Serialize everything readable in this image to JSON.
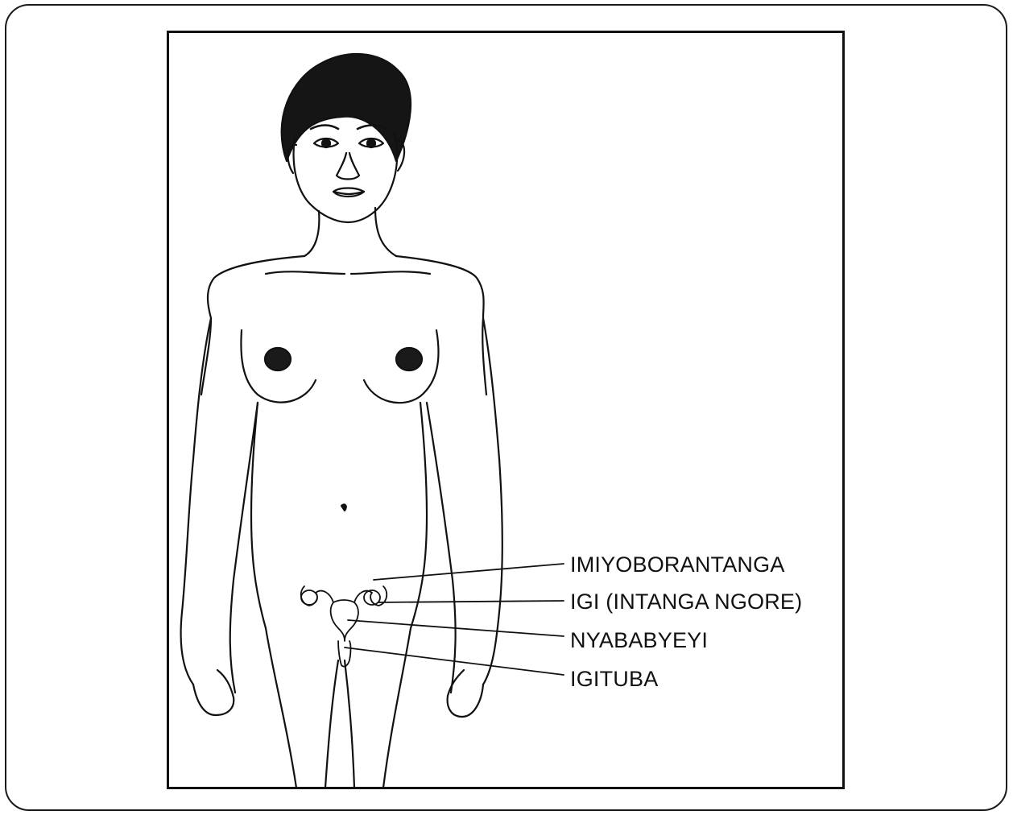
{
  "diagram": {
    "labels": {
      "fallopian": "IMIYOBORANTANGA",
      "ovary": "IGI (INTANGA NGORE)",
      "uterus": "NYABABYEYI",
      "vagina": "IGITUBA"
    }
  }
}
